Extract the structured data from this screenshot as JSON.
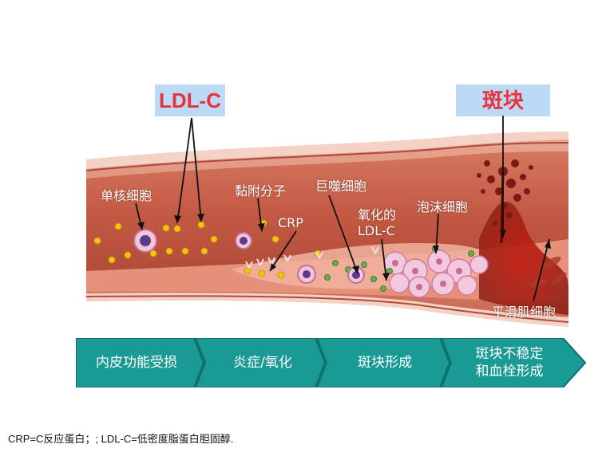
{
  "callouts": {
    "ldl": "LDL-C",
    "plaque": "斑块"
  },
  "labels": {
    "monocyte": "单核细胞",
    "adhesion": "黏附分子",
    "macrophage": "巨噬细胞",
    "crp": "CRP",
    "oxidized_line1": "氧化的",
    "oxidized_line2": "LDL-C",
    "foam": "泡沫细胞",
    "smooth_muscle": "平滑肌细胞"
  },
  "stages": [
    {
      "label": "内皮功能受损"
    },
    {
      "label": "炎症/氧化"
    },
    {
      "label": "斑块形成"
    },
    {
      "label_line1": "斑块不稳定",
      "label_line2": "和血栓形成"
    }
  ],
  "footnote": "CRP=C反应蛋白；; LDL-C=低密度脂蛋白胆固醇.",
  "colors": {
    "callout_bg": "#bcd9f5",
    "callout_text": "#e8333b",
    "stage_fill": "#1a9a95",
    "stage_edge": "#0f6f6b"
  }
}
